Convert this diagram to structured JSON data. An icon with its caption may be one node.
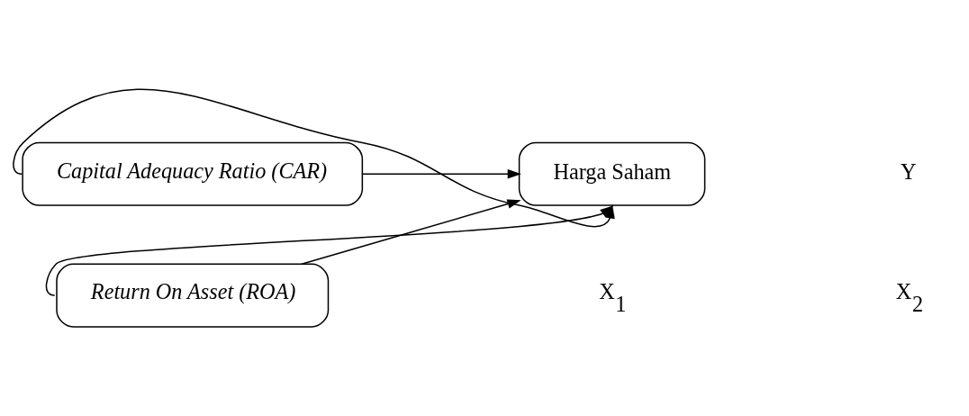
{
  "diagram": {
    "nodes": [
      {
        "text": [
          "Return On Asset (ROA)"
        ]
      },
      {
        "text": [
          "Capital Adequacy Ratio (CAR)"
        ]
      },
      {
        "text": [
          "Harga Saham"
        ]
      }
    ],
    "edges": [
      {
        "from": 0,
        "to": 2,
        "arrow": "to"
      },
      {
        "from": 1,
        "to": 2,
        "arrow": "to"
      },
      {
        "from": 0,
        "to": 2,
        "arrow": "to"
      },
      {
        "from": 1,
        "to": 2,
        "arrow": "to"
      }
    ],
    "labels": [
      "X$_{1}$",
      "Y",
      "X$_{2}$"
    ]
  }
}
